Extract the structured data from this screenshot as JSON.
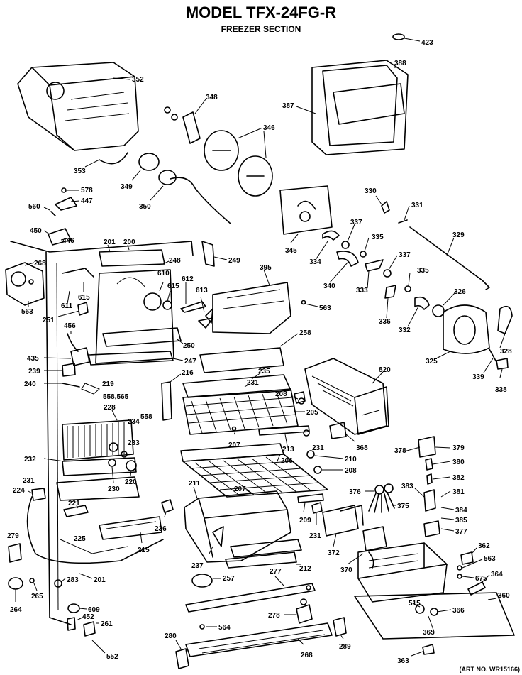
{
  "header": {
    "title": "MODEL TFX-24FG-R",
    "subtitle": "FREEZER SECTION"
  },
  "art_number": "(ART NO. WR15166)",
  "callouts": {
    "c352": "352",
    "c423": "423",
    "c388": "388",
    "c387": "387",
    "c348": "348",
    "c346": "346",
    "c353": "353",
    "c349": "349",
    "c350": "350",
    "c578": "578",
    "c447": "447",
    "c560": "560",
    "c450": "450",
    "c446": "446",
    "c201a": "201",
    "c200": "200",
    "c248": "248",
    "c249": "249",
    "c268": "268",
    "c610": "610",
    "c612": "612",
    "c615a": "615",
    "c615b": "615",
    "c613": "613",
    "c563a": "563",
    "c611": "611",
    "c251": "251",
    "c456": "456",
    "c435": "435",
    "c239": "239",
    "c240": "240",
    "c219": "219",
    "c558_565": "558,565",
    "c228": "228",
    "c558": "558",
    "c234": "234",
    "c233": "233",
    "c232": "232",
    "c220": "220",
    "c230": "230",
    "c231a": "231",
    "c224": "224",
    "c221": "221",
    "c279": "279",
    "c225": "225",
    "c215": "215",
    "c236": "236",
    "c265": "265",
    "c283": "283",
    "c201b": "201",
    "c264": "264",
    "c609": "609",
    "c452": "452",
    "c261": "261",
    "c552": "552",
    "c330": "330",
    "c331": "331",
    "c329": "329",
    "c337a": "337",
    "c337b": "337",
    "c335a": "335",
    "c335b": "335",
    "c345": "345",
    "c334": "334",
    "c340": "340",
    "c333": "333",
    "c336": "336",
    "c332": "332",
    "c326": "326",
    "c328": "328",
    "c325": "325",
    "c339": "339",
    "c338": "338",
    "c395": "395",
    "c563b": "563",
    "c258": "258",
    "c250": "250",
    "c247": "247",
    "c216": "216",
    "c235": "235",
    "c231b": "231",
    "c208a": "208",
    "c820": "820",
    "c205": "205",
    "c207a": "207",
    "c213": "213",
    "c231c": "231",
    "c368": "368",
    "c206": "206",
    "c210": "210",
    "c208b": "208",
    "c211": "211",
    "c207b": "207",
    "c209": "209",
    "c231d": "231",
    "c376": "376",
    "c375": "375",
    "c383": "383",
    "c378": "378",
    "c379": "379",
    "c380": "380",
    "c382": "382",
    "c381": "381",
    "c384": "384",
    "c385": "385",
    "c377": "377",
    "c372": "372",
    "c370": "370",
    "c237": "237",
    "c257": "257",
    "c212": "212",
    "c277": "277",
    "c362": "362",
    "c563c": "563",
    "c675": "675",
    "c364": "364",
    "c360": "360",
    "c515": "515",
    "c366": "366",
    "c365": "365",
    "c278": "278",
    "c564": "564",
    "c280": "280",
    "c268b": "268",
    "c289": "289",
    "c363": "363"
  }
}
